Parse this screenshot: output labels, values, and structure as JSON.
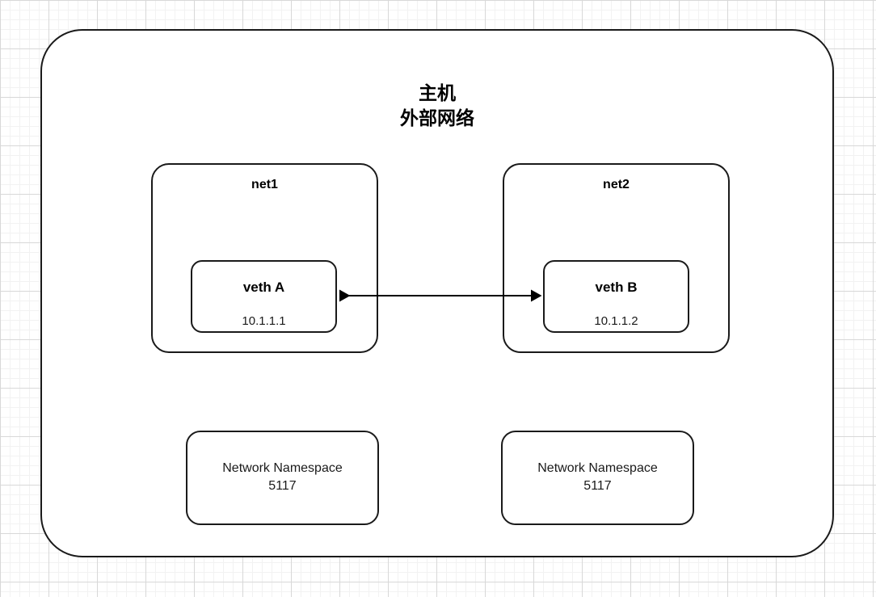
{
  "diagram": {
    "title_lines": "主机\n外部网络",
    "host": {
      "label": "主机",
      "sublabel": "外部网络"
    },
    "networks": [
      {
        "id": "net1",
        "label": "net1",
        "veth": {
          "name": "veth A",
          "ip": "10.1.1.1"
        }
      },
      {
        "id": "net2",
        "label": "net2",
        "veth": {
          "name": "veth B",
          "ip": "10.1.1.2"
        }
      }
    ],
    "namespaces": [
      {
        "label": "Network Namespace",
        "id": "5117",
        "text": "Network Namespace\n5117"
      },
      {
        "label": "Network Namespace",
        "id": "5117",
        "text": "Network Namespace\n5117"
      }
    ],
    "connector": {
      "name": "veth-pair-link",
      "style": "double-headed-arrow",
      "from": "veth A",
      "to": "veth B",
      "label": ""
    },
    "colors": {
      "stroke": "#1a1a1a",
      "fill": "#ffffff",
      "text": "#000000",
      "grid_minor": "#f2f2f2",
      "grid_major": "#d8d8d8"
    }
  }
}
